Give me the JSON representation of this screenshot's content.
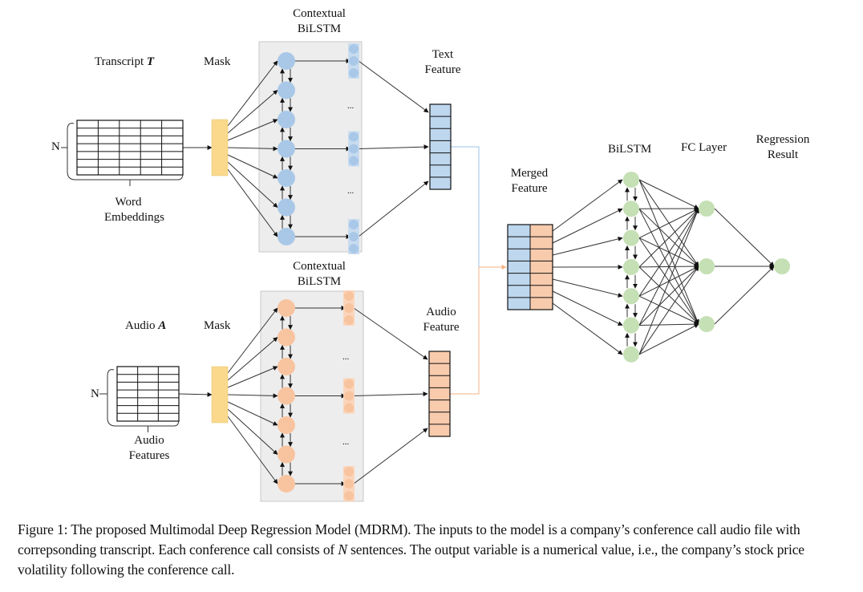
{
  "figure": {
    "labels": {
      "transcript": "Transcript ",
      "transcript_var": "T",
      "audio": "Audio ",
      "audio_var": "A",
      "mask_top": "Mask",
      "mask_bottom": "Mask",
      "contextual_top_1": "Contextual",
      "contextual_top_2": "BiLSTM",
      "contextual_bottom_1": "Contextual",
      "contextual_bottom_2": "BiLSTM",
      "text_feature_1": "Text",
      "text_feature_2": "Feature",
      "audio_feature_1": "Audio",
      "audio_feature_2": "Feature",
      "merged_feature_1": "Merged",
      "merged_feature_2": "Feature",
      "bilstm": "BiLSTM",
      "fc_layer": "FC Layer",
      "regression_1": "Regression",
      "regression_2": "Result",
      "word_embeddings_1": "Word",
      "word_embeddings_2": "Embeddings",
      "audio_features_1": "Audio",
      "audio_features_2": "Features",
      "n_top": "N",
      "n_bottom": "N",
      "ellipsis": "..."
    },
    "colors": {
      "text_blue": "#a9c8e8",
      "text_blue_cell": "#bdd7ee",
      "audio_orange": "#f8c4a0",
      "audio_orange_cell": "#f8cbad",
      "mask_yellow": "#fad98d",
      "green_node": "#c5e0b4",
      "bilstm_panel": "#ededed",
      "blue_link": "#9dc3e6",
      "orange_link": "#f4b183"
    },
    "structure": {
      "lstm_nodes": 7,
      "feature_cells": 7,
      "word_embedding_cols": 5,
      "audio_feature_cols": 3,
      "fc_nodes": 3,
      "output_nodes": 1
    }
  },
  "caption": {
    "prefix": "Figure 1: The proposed Multimodal Deep Regression Model (MDRM). The inputs to the model is a company’s conference call audio file with correpsonding transcript. Each conference call consists of ",
    "var": "N",
    "suffix": " sentences. The output variable is a numerical value, i.e., the company’s stock price volatility following the conference call."
  }
}
